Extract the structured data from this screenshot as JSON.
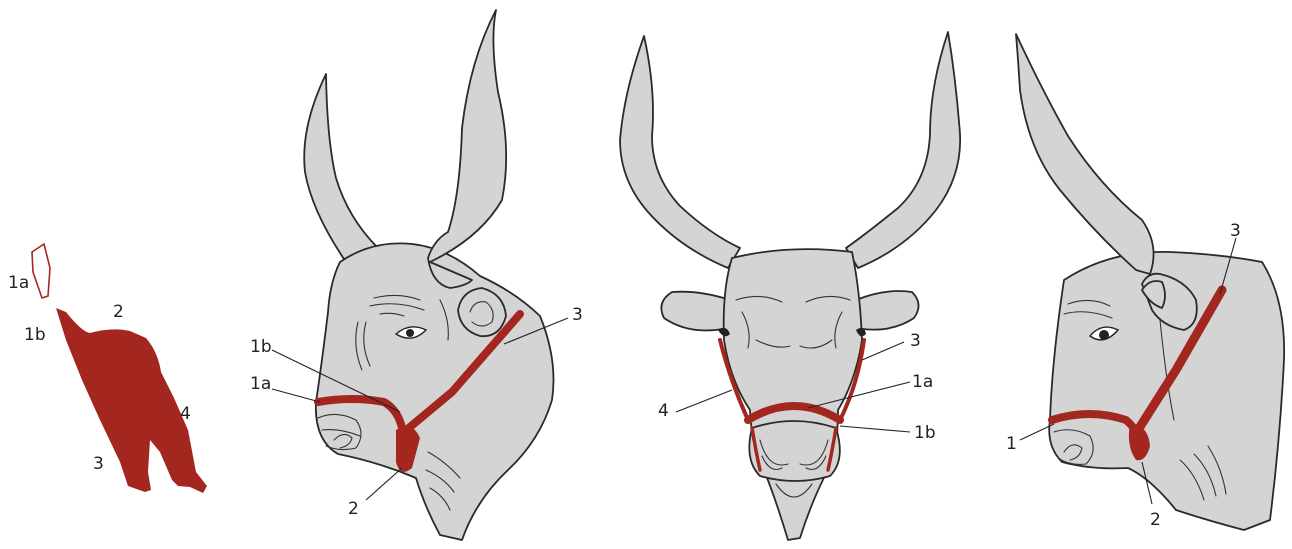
{
  "colors": {
    "halter": "#a3271f",
    "head": "#d4d4d4",
    "outline": "#2a2a2a"
  },
  "fragment": {
    "labels": {
      "l1a": "1a",
      "l1b": "1b",
      "l2": "2",
      "l3": "3",
      "l4": "4"
    }
  },
  "left_view": {
    "labels": {
      "l1b": "1b",
      "l1a": "1a",
      "l2": "2",
      "l3": "3"
    }
  },
  "front_view": {
    "labels": {
      "l3": "3",
      "l1a": "1a",
      "l1b": "1b",
      "l4": "4"
    }
  },
  "right_view": {
    "labels": {
      "l3": "3",
      "l1": "1",
      "l2": "2"
    }
  }
}
